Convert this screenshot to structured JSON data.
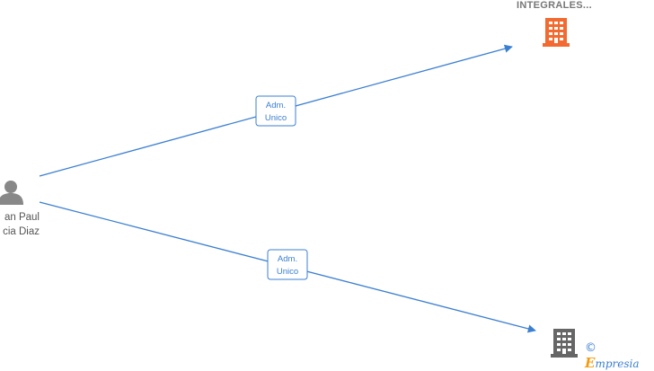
{
  "nodes": {
    "person": {
      "name_line1": "an Paul",
      "name_line2": "cia Diaz",
      "icon": "person-icon"
    },
    "company_top": {
      "title": "INTEGRALES...",
      "icon": "building-icon",
      "color": "#f26a30"
    },
    "company_bottom": {
      "title": "",
      "icon": "building-icon",
      "color": "#666666"
    }
  },
  "edges": [
    {
      "label_line1": "Adm.",
      "label_line2": "Unico"
    },
    {
      "label_line1": "Adm.",
      "label_line2": "Unico"
    }
  ],
  "colors": {
    "edge": "#3b7fd0",
    "person": "#888888"
  },
  "footer": {
    "copyright": "©",
    "brand_first": "E",
    "brand_rest": "mpresia"
  }
}
